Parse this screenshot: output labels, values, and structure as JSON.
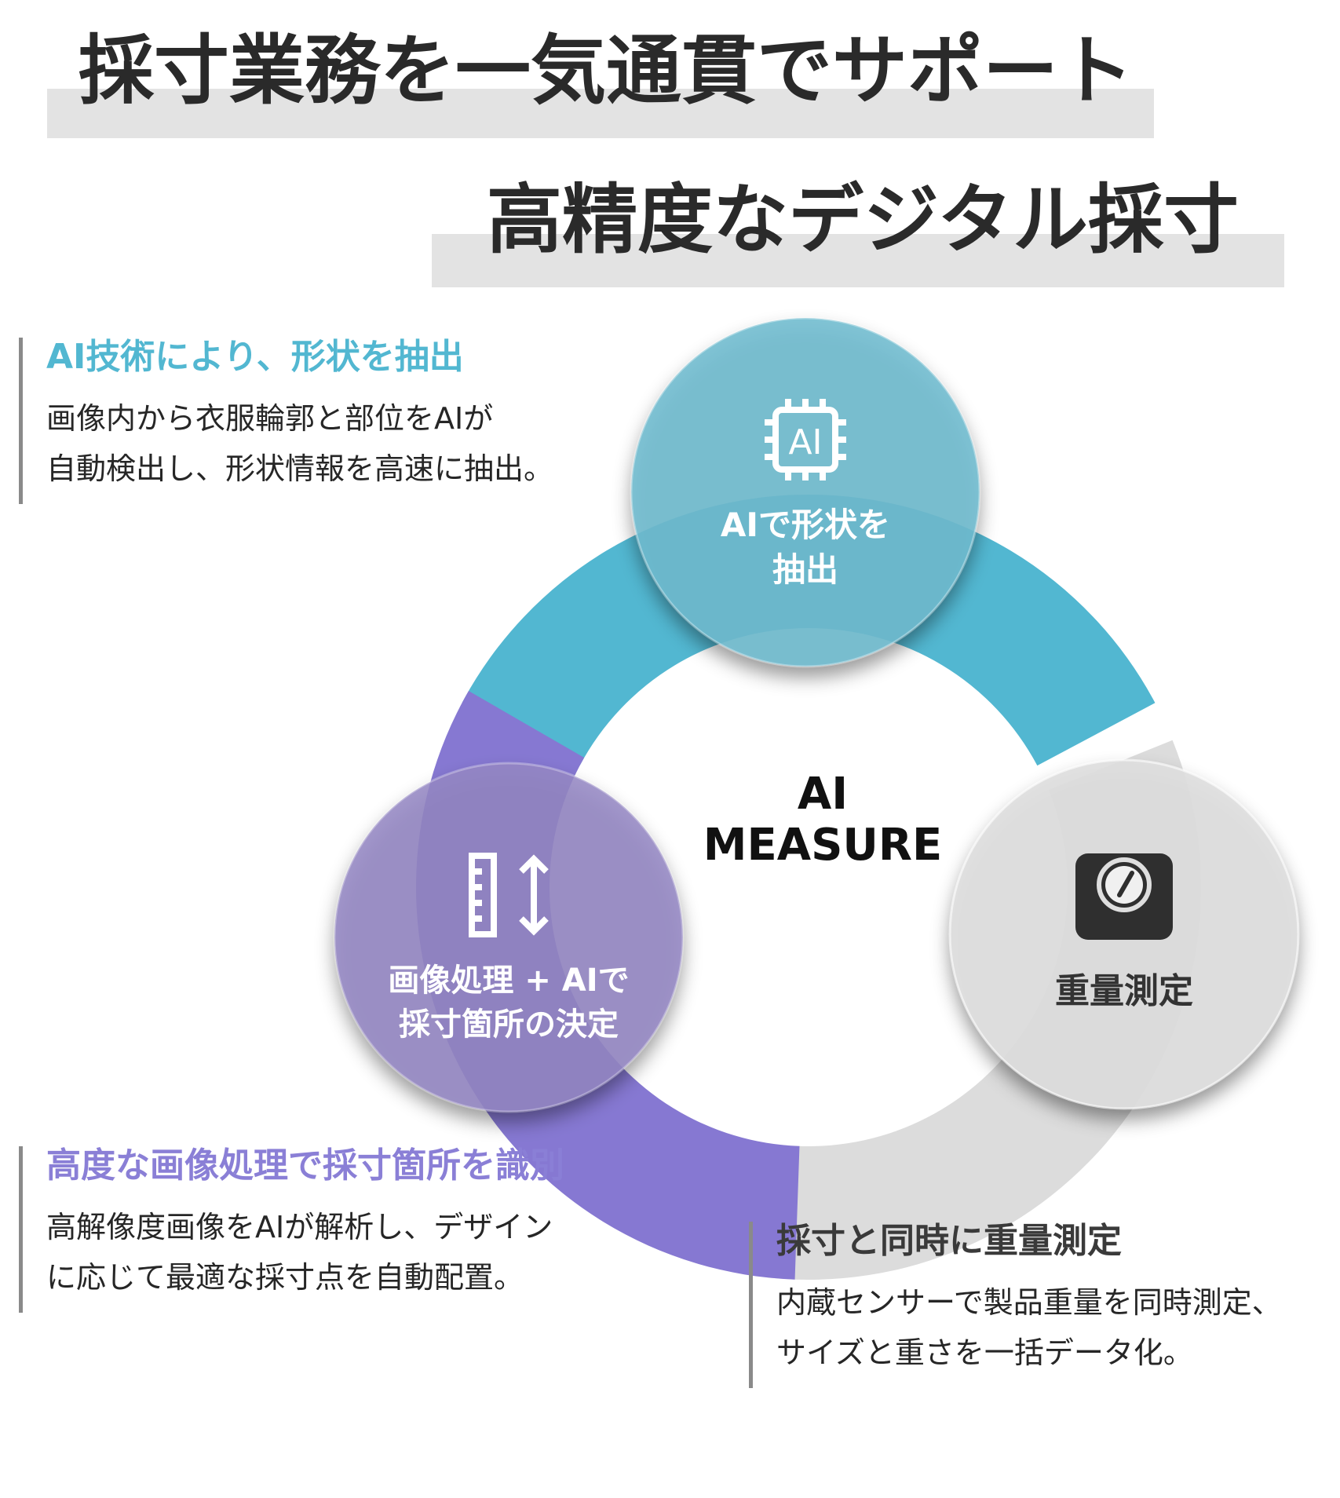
{
  "headings": {
    "title1": "採寸業務を一気通貫でサポート",
    "title2": "高精度なデジタル採寸"
  },
  "blocks": {
    "ai": {
      "title": "AI技術により、形状を抽出",
      "lines": [
        "画像内から衣服輪郭と部位をAIが",
        "自動検出し、形状情報を高速に抽出。"
      ]
    },
    "image": {
      "title": "高度な画像処理で採寸箇所を識別",
      "lines": [
        "高解像度画像をAIが解析し、デザイン",
        "に応じて最適な採寸点を自動配置。"
      ]
    },
    "weight": {
      "title": "採寸と同時に重量測定",
      "lines": [
        "内蔵センサーで製品重量を同時測定、",
        "サイズと重さを一括データ化。"
      ]
    }
  },
  "center": {
    "line1": "AI",
    "line2": "MEASURE"
  },
  "nodes": {
    "ai": {
      "line1": "AIで形状を",
      "line2": "抽出",
      "icon": "ai-chip-icon",
      "icon_text": "AI"
    },
    "image": {
      "line1": "画像処理 + AIで",
      "line2": "採寸箇所の決定",
      "icon": "measure-ruler-icon"
    },
    "weight": {
      "line1": "重量測定",
      "icon": "scale-icon"
    }
  },
  "colors": {
    "teal": "#52b7d1",
    "purple": "#8678d2",
    "gray": "#dcdcdc",
    "title_bar": "#e3e3e3",
    "text_dark": "#2a2a2a"
  }
}
